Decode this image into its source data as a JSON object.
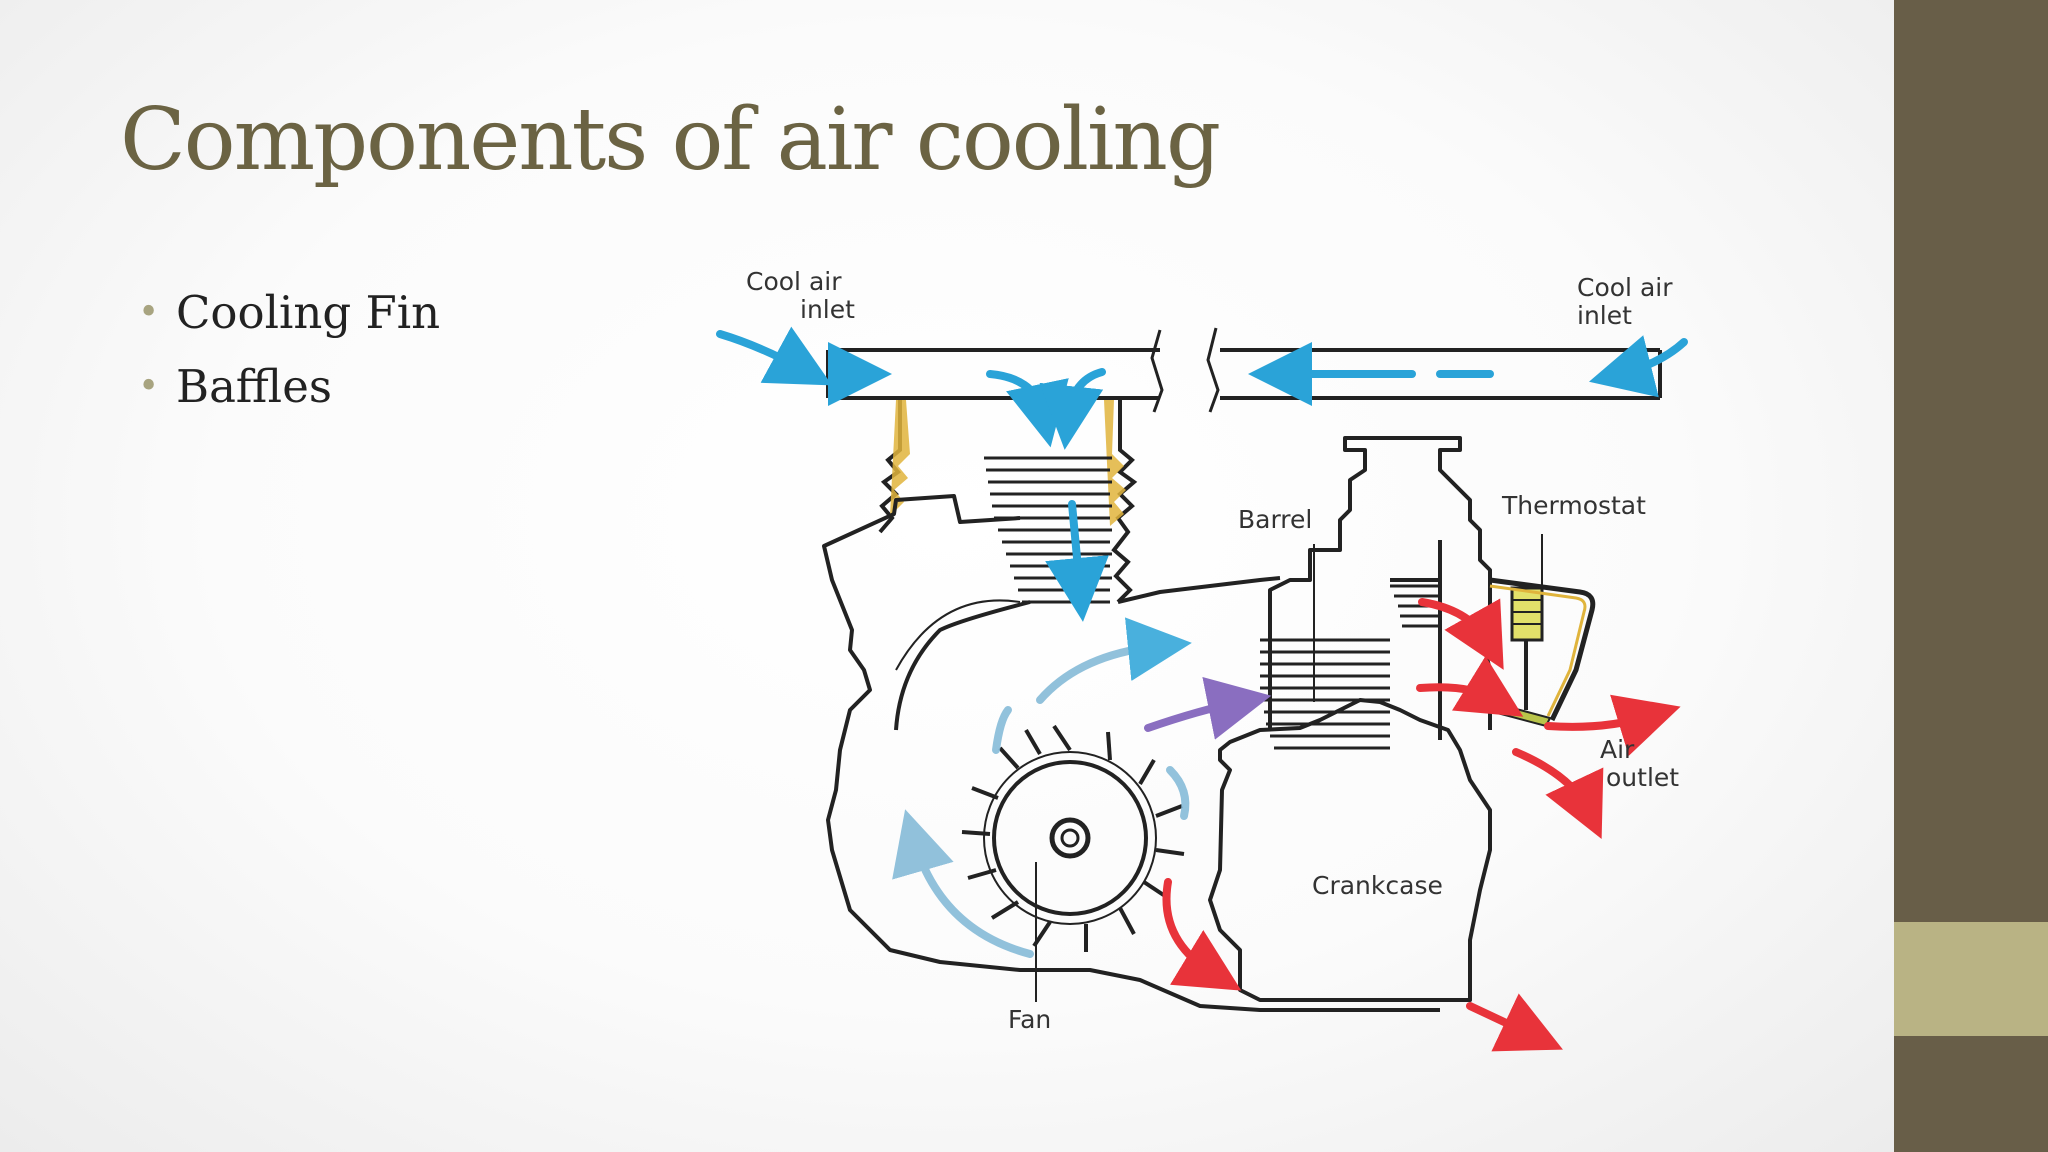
{
  "slide": {
    "title": "Components of air cooling",
    "bullets": [
      "Cooling Fin",
      "Baffles"
    ]
  },
  "diagram": {
    "labels": {
      "cool_air_inlet_left": [
        "Cool air",
        "inlet"
      ],
      "cool_air_inlet_right": [
        "Cool air",
        "inlet"
      ],
      "barrel": "Barrel",
      "thermostat": "Thermostat",
      "air_outlet": [
        "Air",
        "outlet"
      ],
      "crankcase": "Crankcase",
      "fan": "Fan"
    },
    "colors": {
      "cool_air": "#2aa3d8",
      "hot_air": "#e8333a",
      "outline": "#222222",
      "baffle": "#e0b43c"
    }
  },
  "theme": {
    "sidebar": "#685e48",
    "sidebar_accent": "#b9b384",
    "title_color": "#6b6343",
    "bullet_color": "#a8a480"
  }
}
